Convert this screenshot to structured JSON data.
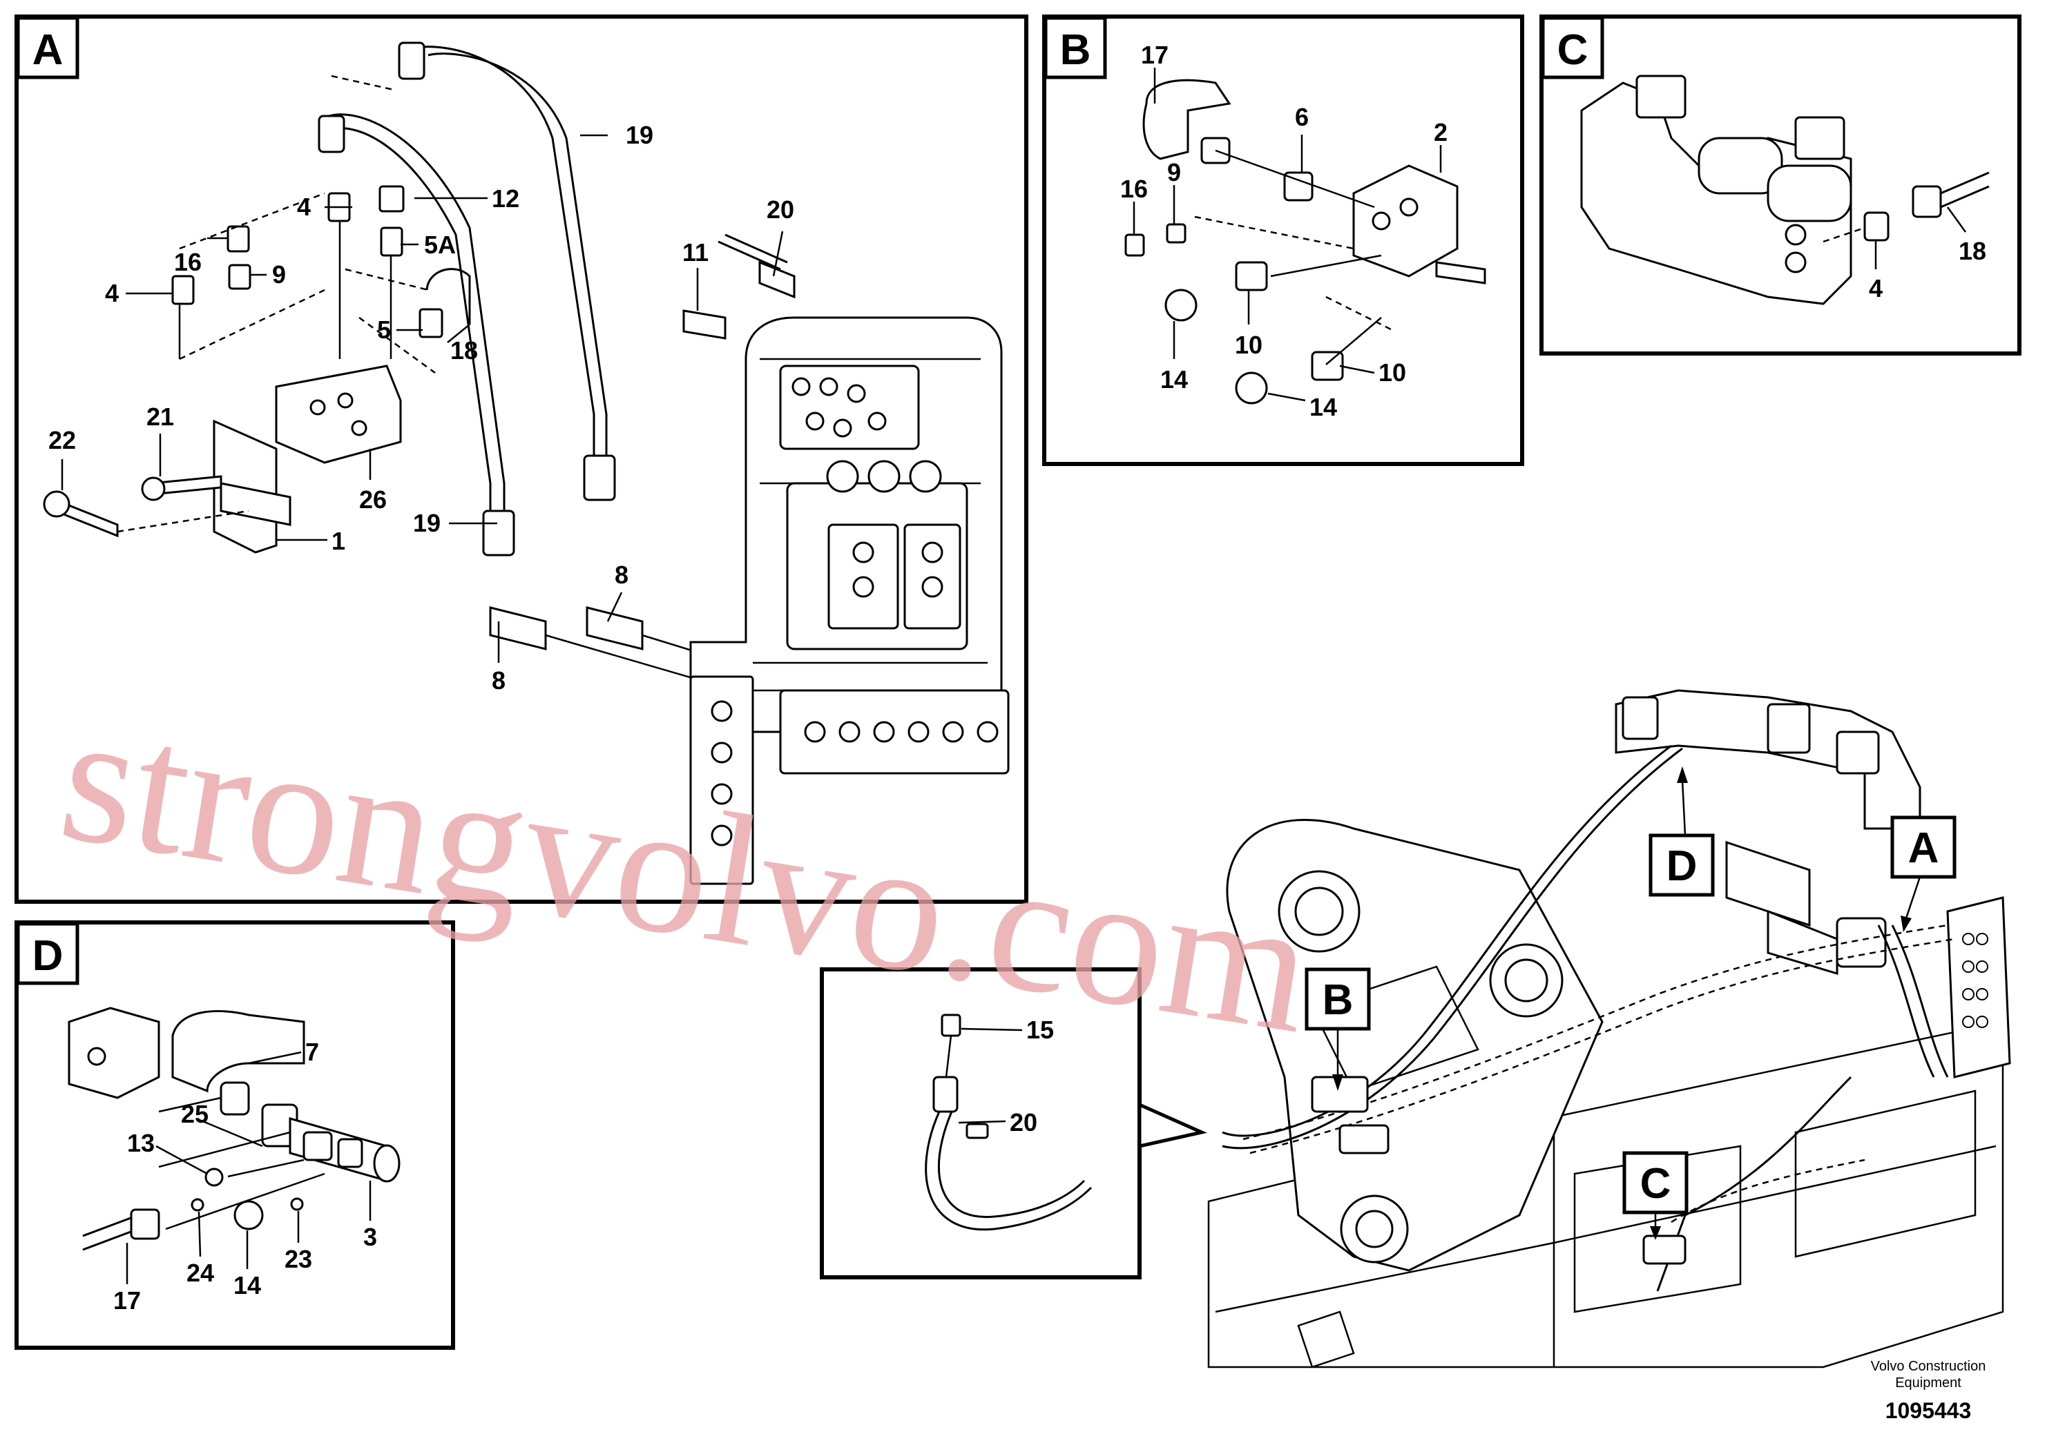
{
  "views": {
    "A": {
      "tag": "A",
      "labels": [
        "19",
        "12",
        "4",
        "5A",
        "16",
        "9",
        "4",
        "5",
        "18",
        "20",
        "11",
        "22",
        "21",
        "26",
        "1",
        "19",
        "8",
        "8"
      ]
    },
    "B": {
      "tag": "B",
      "labels": [
        "17",
        "6",
        "2",
        "16",
        "9",
        "14",
        "10",
        "10",
        "14"
      ]
    },
    "C": {
      "tag": "C",
      "labels": [
        "18",
        "4"
      ]
    },
    "D": {
      "tag": "D",
      "labels": [
        "7",
        "25",
        "13",
        "3",
        "24",
        "14",
        "23",
        "17"
      ]
    },
    "E": {
      "labels": [
        "15",
        "20"
      ]
    }
  },
  "overview": {
    "markers": [
      "D",
      "A",
      "B",
      "C"
    ]
  },
  "watermark": "strongvolvo.com",
  "footer": {
    "line1": "Volvo Construction",
    "line2": "Equipment",
    "doc_number": "1095443"
  }
}
